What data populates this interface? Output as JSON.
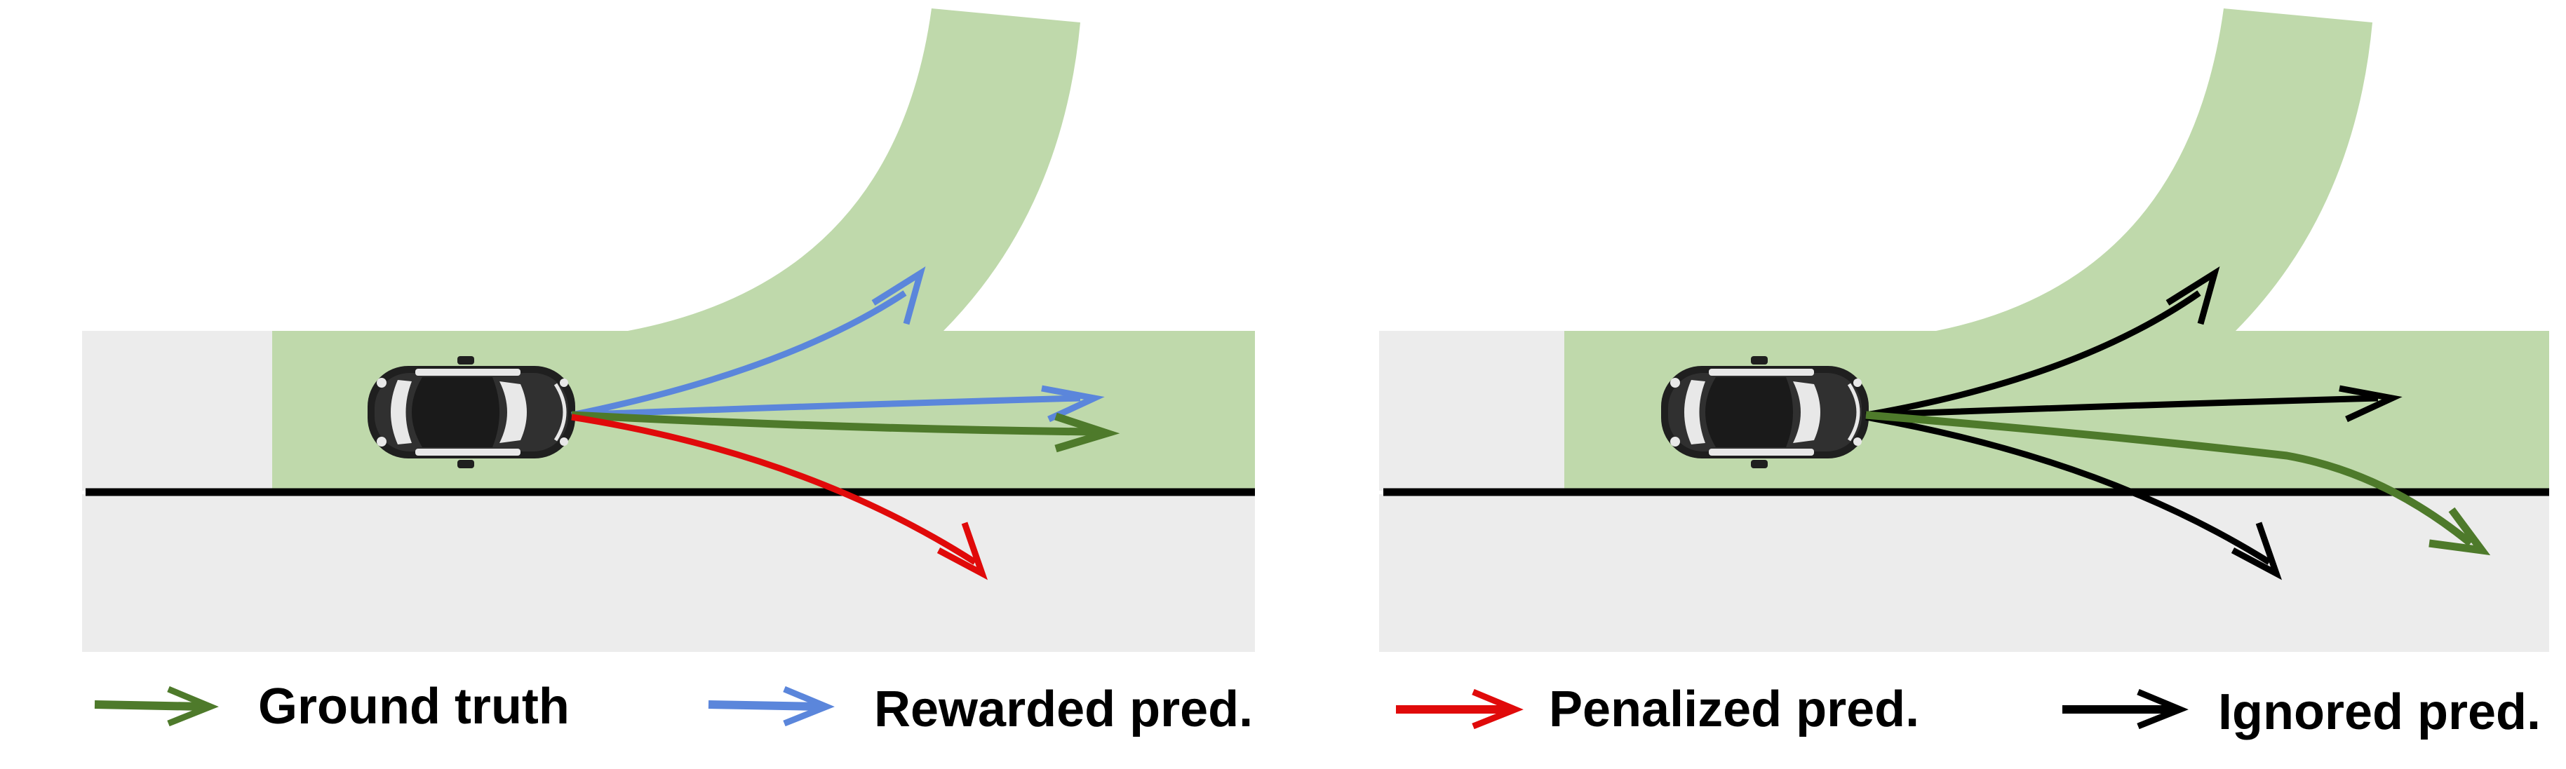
{
  "colors": {
    "road_gray": "#ececec",
    "drivable_green": "#bfd9ab",
    "ground_truth": "#4e7a2b",
    "rewarded": "#5b86db",
    "penalized": "#e00a0a",
    "ignored": "#000000",
    "curb": "#000000",
    "car_body": "#262626"
  },
  "icons": {
    "car": "car-top-view-icon",
    "arrow": "arrow-icon"
  },
  "legend": [
    {
      "label": "Ground truth",
      "color_key": "ground_truth"
    },
    {
      "label": "Rewarded pred.",
      "color_key": "rewarded"
    },
    {
      "label": "Penalized pred.",
      "color_key": "penalized"
    },
    {
      "label": "Ignored pred.",
      "color_key": "ignored"
    }
  ],
  "panels": [
    {
      "name": "left-scene",
      "trajectories": [
        {
          "kind": "rewarded",
          "color_key": "rewarded"
        },
        {
          "kind": "rewarded",
          "color_key": "rewarded"
        },
        {
          "kind": "ground-truth",
          "color_key": "ground_truth"
        },
        {
          "kind": "penalized",
          "color_key": "penalized"
        }
      ]
    },
    {
      "name": "right-scene",
      "trajectories": [
        {
          "kind": "ignored",
          "color_key": "ignored"
        },
        {
          "kind": "ignored",
          "color_key": "ignored"
        },
        {
          "kind": "ignored",
          "color_key": "ignored"
        },
        {
          "kind": "ground-truth",
          "color_key": "ground_truth"
        }
      ]
    }
  ]
}
